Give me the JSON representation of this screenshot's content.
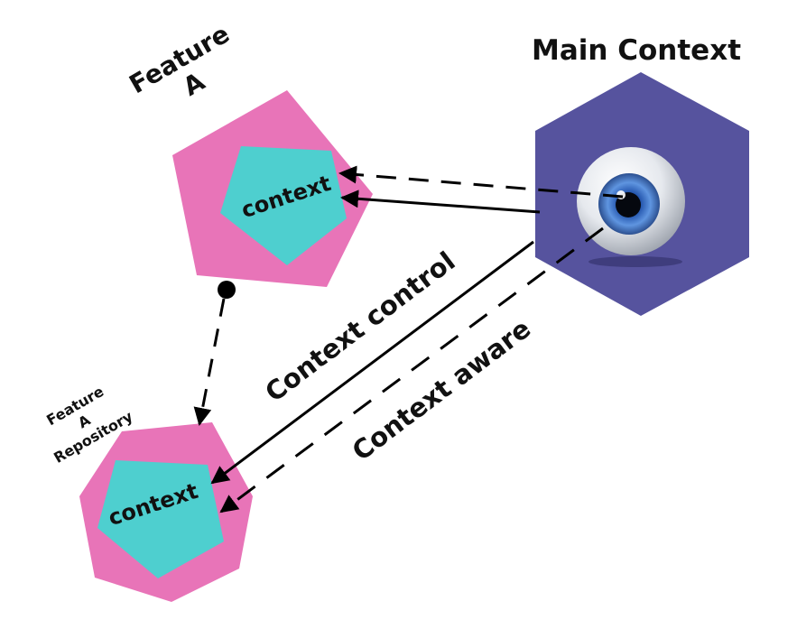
{
  "diagram": {
    "main_context": {
      "title": "Main Context"
    },
    "feature_a": {
      "title_line1": "Feature",
      "title_line2": "A",
      "inner_label": "context"
    },
    "feature_a_repository": {
      "title_line1": "Feature",
      "title_line2": "A",
      "title_line3": "Repository",
      "inner_label": "context"
    },
    "edges": {
      "context_control": "Context control",
      "context_aware": "Context aware"
    }
  },
  "colors": {
    "feature_pink": "#e874b8",
    "context_teal": "#4ecfcf",
    "main_purple": "#56539e",
    "line": "#000000",
    "iris_blue": "#3b6fd0"
  },
  "icons": [
    "eyeball-icon"
  ]
}
